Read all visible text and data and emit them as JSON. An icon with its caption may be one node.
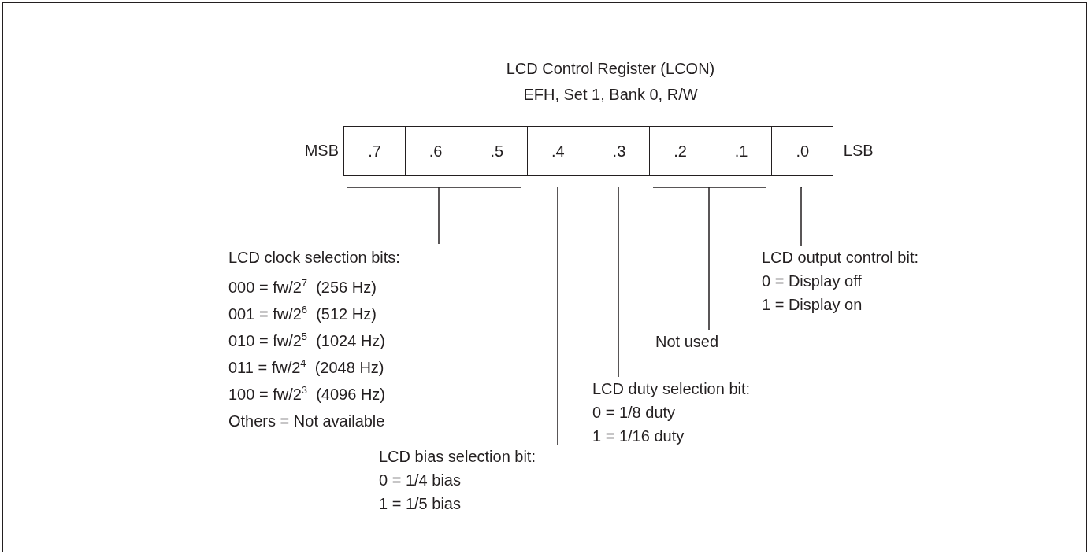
{
  "diagram": {
    "title": "LCD Control Register (LCON)",
    "nodes": [
      {
        "text": [
          ".7"
        ],
        "beside": [
          "MSB"
        ]
      },
      {
        "text": [
          ".6"
        ]
      },
      {
        "text": [
          ".5"
        ]
      },
      {
        "text": [
          ".4"
        ]
      },
      {
        "text": [
          ".3"
        ]
      },
      {
        "text": [
          ".2"
        ]
      },
      {
        "text": [
          ".1"
        ]
      },
      {
        "text": [
          ".0"
        ],
        "beside": [
          "LSB"
        ]
      },
      {
        "text": [
          "LCD clock selection bits:",
          "000 = fw/2$^{7}$  (256 Hz)",
          "001 = fw/2$^{6}$  (512 Hz)",
          "010 = fw/2$^{5}$  (1024 Hz)",
          "011 = fw/2$^{4}$  (2048 Hz)",
          "100 = fw/2$^{3}$  (4096 Hz)",
          "Others = Not available"
        ]
      },
      {
        "text": [
          "LCD bias selection bit:",
          "0 = 1/4 bias",
          "1 = 1/5 bias"
        ]
      },
      {
        "text": [
          "LCD duty selection bit:",
          "0 = 1/8 duty",
          "1 = 1/16 duty"
        ]
      },
      {
        "text": [
          "Not used"
        ]
      },
      {
        "text": [
          "LCD output control bit:",
          "0 = Display off",
          "1 = Display on"
        ]
      }
    ],
    "edges": [
      {
        "from": 8,
        "to": 0,
        "arrow": "none"
      },
      {
        "from": 8,
        "to": 1,
        "arrow": "none"
      },
      {
        "from": 8,
        "to": 2,
        "arrow": "none"
      },
      {
        "from": 9,
        "to": 3,
        "arrow": "none"
      },
      {
        "from": 10,
        "to": 4,
        "arrow": "none"
      },
      {
        "from": 11,
        "to": 5,
        "arrow": "none"
      },
      {
        "from": 11,
        "to": 6,
        "arrow": "none"
      },
      {
        "from": 12,
        "to": 7,
        "arrow": "none"
      }
    ],
    "labels": [
      "EFH, Set 1, Bank 0, R/W"
    ]
  }
}
